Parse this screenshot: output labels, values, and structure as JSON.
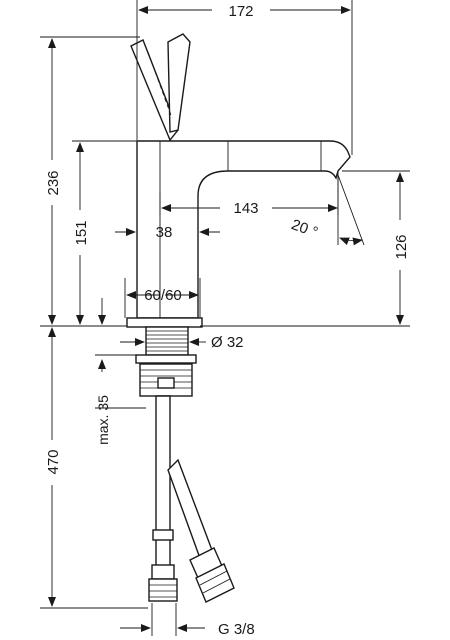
{
  "drawing": {
    "colors": {
      "line": "#1a1a1a",
      "background": "#ffffff"
    },
    "dimensions": {
      "overall_width": "172",
      "spout_reach": "143",
      "body_width": "38",
      "spout_angle": "20 °",
      "height_total": "236",
      "height_spout_base": "151",
      "height_outlet": "126",
      "hole_diameter": "Ø 32",
      "deck_range": "60/60",
      "max_thickness": "max. 35",
      "hose_length": "470",
      "connection": "G 3/8"
    }
  }
}
